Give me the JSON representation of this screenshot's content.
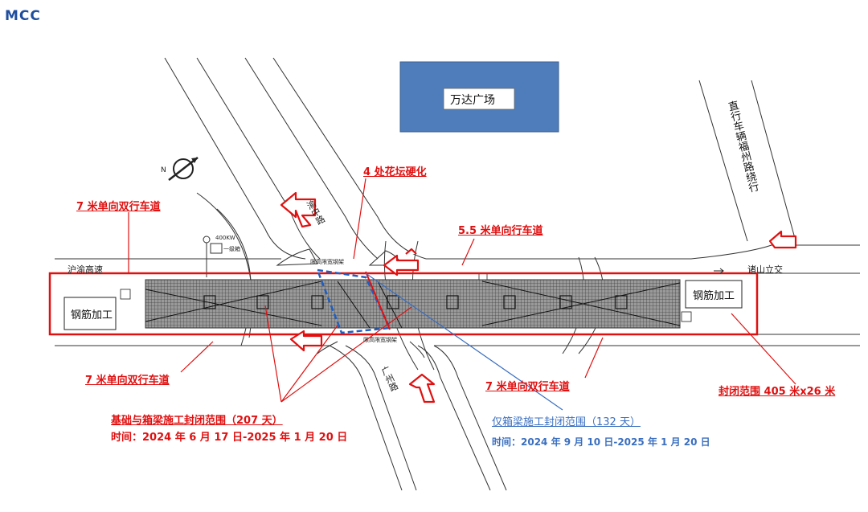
{
  "logo": "MCC",
  "building": "万达广场",
  "vertical_note": "直行车辆福州路绕行",
  "roads": {
    "north": "渝中路",
    "south": "广州路",
    "west_end": "沪渝高速",
    "east_end": "诸山立交",
    "power": "400KW",
    "power_sub": "一级箱"
  },
  "labels": {
    "west_top": "7 米单向双行车道",
    "flowerbed": "4 处花坛硬化",
    "east_top": "5.5 米单向行车道",
    "west_bottom": "7 米单向双行车道",
    "east_bottom": "7 米单向双行车道",
    "closure_size": "封闭范围 405 米x26 米",
    "steel_left": "钢筋加工",
    "steel_right": "钢筋加工",
    "limit_top": "限高限宽钢架",
    "limit_bottom": "限高限宽钢架"
  },
  "phases": {
    "foundation_title": "基础与箱梁施工封闭范围（207 天）",
    "foundation_time": "时间：2024 年 6 月 17 日-2025 年 1 月 20 日",
    "box_title": "仅箱梁施工封闭范围（132 天）",
    "box_time": "时间：2024 年 9 月 10 日-2025 年 1 月 20 日"
  },
  "colors": {
    "red": "#e01010",
    "blue": "#3a6fc0",
    "building": "#4f7dbb"
  }
}
